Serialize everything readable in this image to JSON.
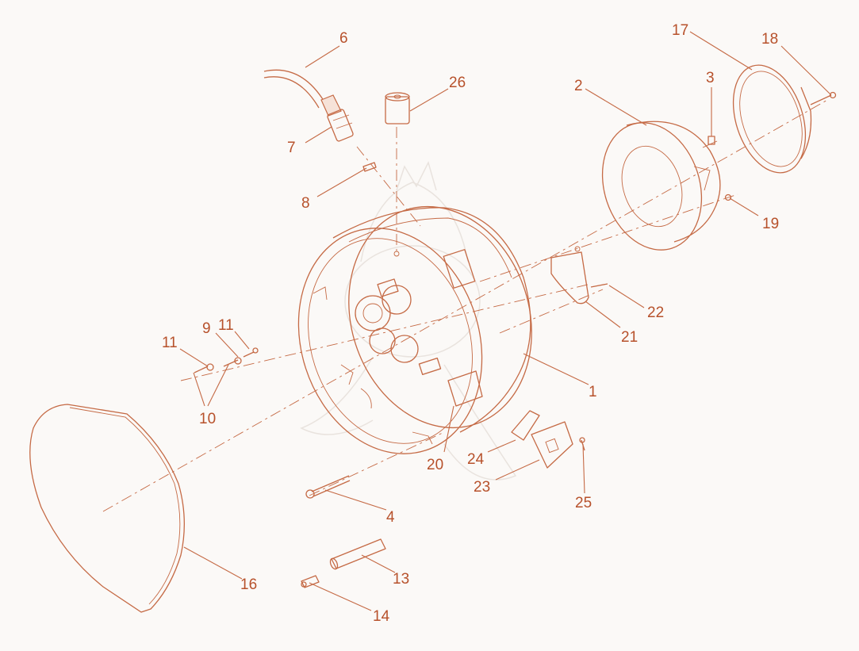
{
  "diagram": {
    "type": "exploded-parts-view",
    "colors": {
      "line": "#c56a45",
      "label": "#b7512b",
      "background": "#fbf9f7"
    },
    "callouts": [
      {
        "id": "c1",
        "label": "1"
      },
      {
        "id": "c2",
        "label": "2"
      },
      {
        "id": "c3",
        "label": "3"
      },
      {
        "id": "c4",
        "label": "4"
      },
      {
        "id": "c6",
        "label": "6"
      },
      {
        "id": "c7",
        "label": "7"
      },
      {
        "id": "c8",
        "label": "8"
      },
      {
        "id": "c9",
        "label": "9"
      },
      {
        "id": "c10",
        "label": "10"
      },
      {
        "id": "c11a",
        "label": "11"
      },
      {
        "id": "c11b",
        "label": "11"
      },
      {
        "id": "c13",
        "label": "13"
      },
      {
        "id": "c14",
        "label": "14"
      },
      {
        "id": "c16",
        "label": "16"
      },
      {
        "id": "c17",
        "label": "17"
      },
      {
        "id": "c18",
        "label": "18"
      },
      {
        "id": "c19",
        "label": "19"
      },
      {
        "id": "c20",
        "label": "20"
      },
      {
        "id": "c21",
        "label": "21"
      },
      {
        "id": "c22",
        "label": "22"
      },
      {
        "id": "c23",
        "label": "23"
      },
      {
        "id": "c24",
        "label": "24"
      },
      {
        "id": "c25",
        "label": "25"
      },
      {
        "id": "c26",
        "label": "26"
      }
    ]
  }
}
